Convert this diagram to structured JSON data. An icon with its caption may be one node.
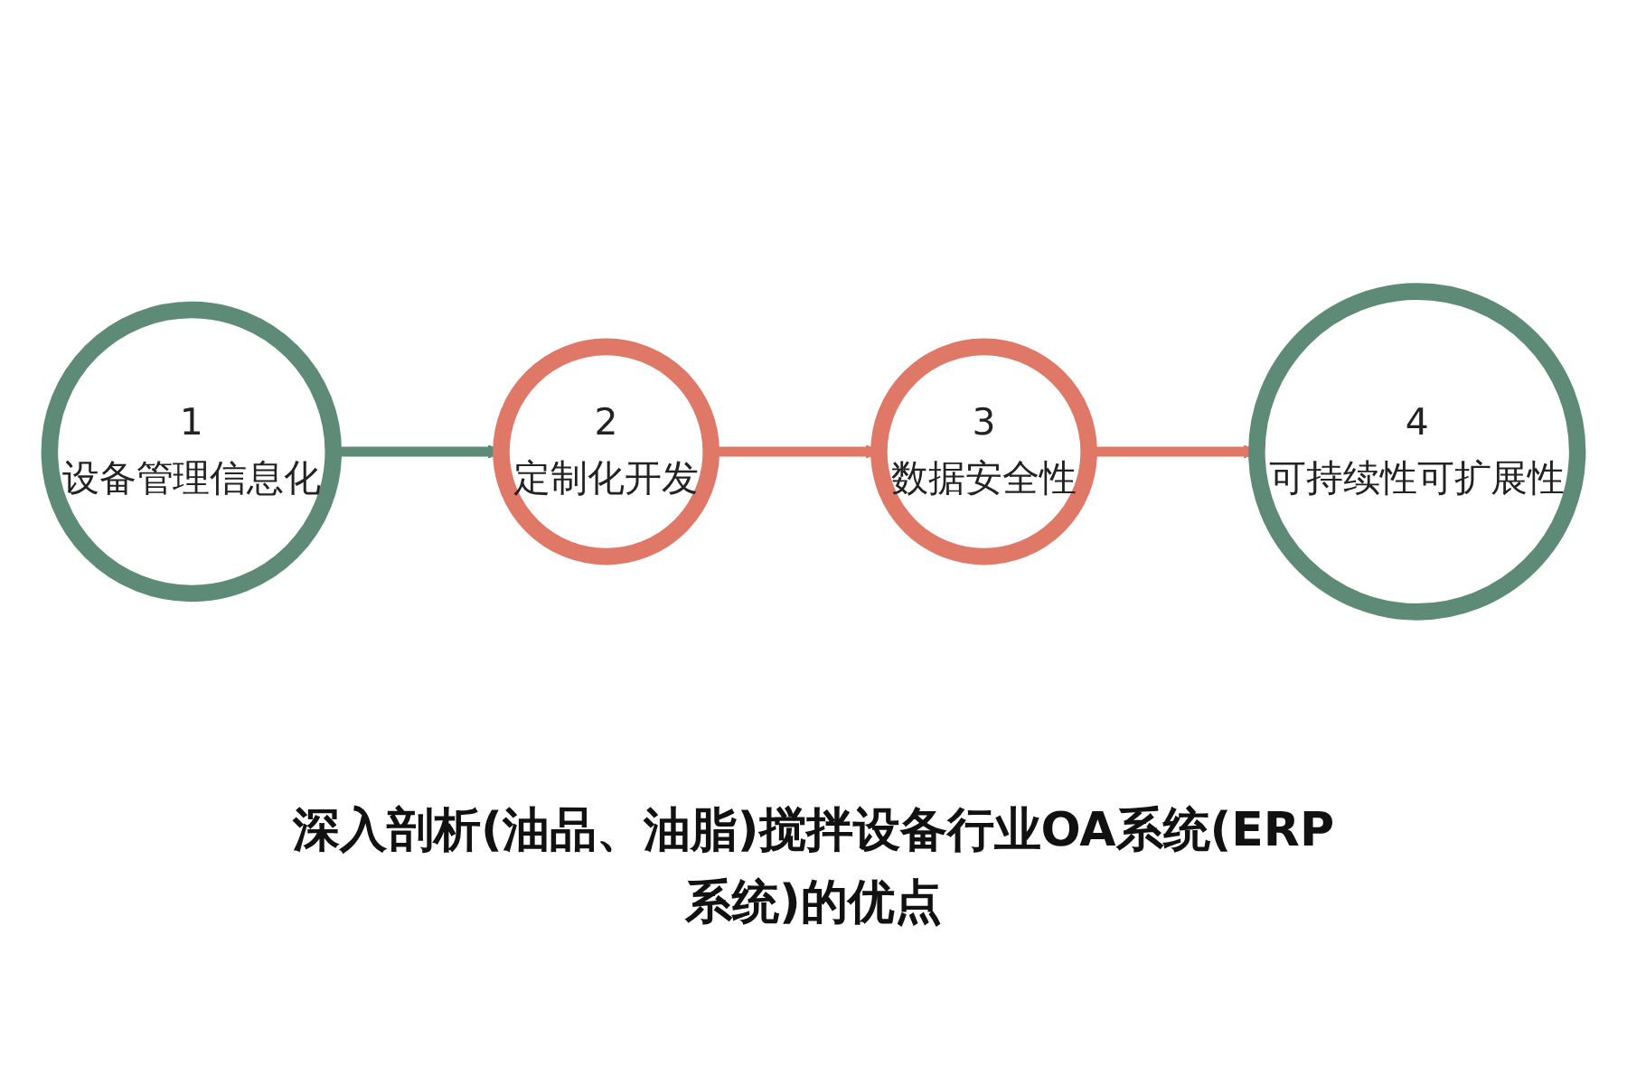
{
  "diagram": {
    "title": "深入剖析(油品、油脂)搅拌设备行业OA系统(ERP系统)的优点",
    "nodes": [
      {
        "text": [
          "1",
          "设备管理信息化"
        ]
      },
      {
        "text": [
          "2",
          "定制化开发"
        ]
      },
      {
        "text": [
          "3",
          "数据安全性"
        ]
      },
      {
        "text": [
          "4",
          "可持续性可扩展性"
        ]
      }
    ],
    "edges": [
      {
        "from": 0,
        "to": 1,
        "arrow": "to",
        "color": "#5e8a78"
      },
      {
        "from": 1,
        "to": 2,
        "arrow": "to"
      },
      {
        "from": 2,
        "to": 3,
        "arrow": "to"
      }
    ]
  }
}
